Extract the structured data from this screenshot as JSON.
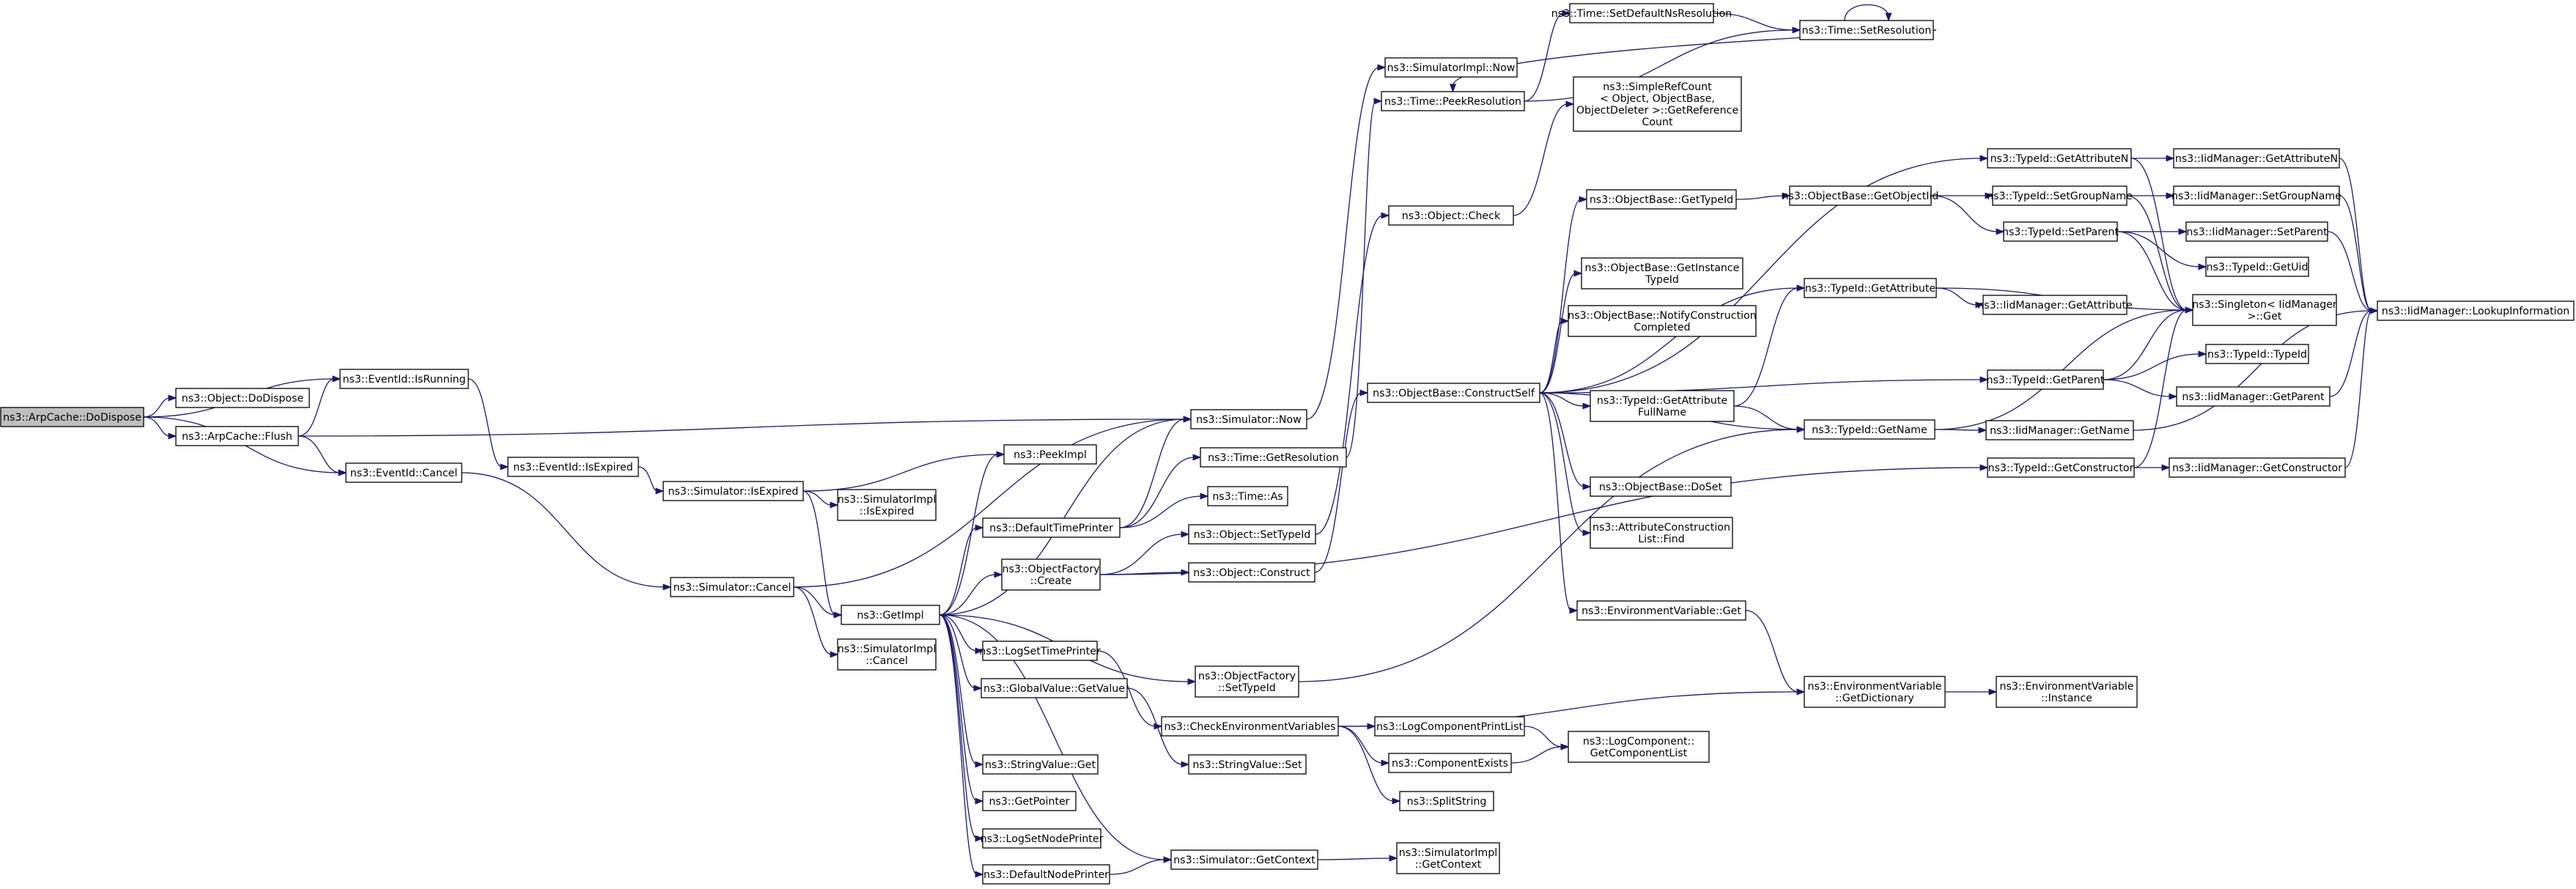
{
  "title": "",
  "colors": {
    "edge": "#191970",
    "node_border": "#000000",
    "node_fill": "#ffffff",
    "root_fill": "#bfbfbf"
  },
  "nodes": [
    {
      "id": "n0",
      "lines": [
        "ns3::ArpCache::DoDispose"
      ]
    },
    {
      "id": "n1",
      "lines": [
        "ns3::EventId::IsRunning"
      ]
    },
    {
      "id": "n2",
      "lines": [
        "ns3::Object::DoDispose"
      ]
    },
    {
      "id": "n3",
      "lines": [
        "ns3::ArpCache::Flush"
      ]
    },
    {
      "id": "n4",
      "lines": [
        "ns3::EventId::Cancel"
      ]
    },
    {
      "id": "n5",
      "lines": [
        "ns3::EventId::IsExpired"
      ]
    },
    {
      "id": "n6",
      "lines": [
        "ns3::Simulator::IsExpired"
      ]
    },
    {
      "id": "n7",
      "lines": [
        "ns3::SimulatorImpl",
        "::IsExpired"
      ]
    },
    {
      "id": "n8",
      "lines": [
        "ns3::PeekImpl"
      ]
    },
    {
      "id": "n9",
      "lines": [
        "ns3::Simulator::Cancel"
      ]
    },
    {
      "id": "n10",
      "lines": [
        "ns3::GetImpl"
      ]
    },
    {
      "id": "n11",
      "lines": [
        "ns3::SimulatorImpl",
        "::Cancel"
      ]
    },
    {
      "id": "n12",
      "lines": [
        "ns3::Simulator::Now"
      ]
    },
    {
      "id": "n13",
      "lines": [
        "ns3::SimulatorImpl::Now"
      ]
    },
    {
      "id": "n14",
      "lines": [
        "ns3::Time::PeekResolution"
      ]
    },
    {
      "id": "n15",
      "lines": [
        "ns3::Time::SetDefaultNsResolution"
      ]
    },
    {
      "id": "n16",
      "lines": [
        "ns3::Time::SetResolution"
      ]
    },
    {
      "id": "n17",
      "lines": [
        "ns3::Time::GetResolution"
      ]
    },
    {
      "id": "n18",
      "lines": [
        "ns3::Time::As"
      ]
    },
    {
      "id": "n19",
      "lines": [
        "ns3::DefaultTimePrinter"
      ]
    },
    {
      "id": "n20",
      "lines": [
        "ns3::ObjectFactory",
        "::Create"
      ]
    },
    {
      "id": "n21",
      "lines": [
        "ns3::Object::SetTypeId"
      ]
    },
    {
      "id": "n22",
      "lines": [
        "ns3::Object::Construct"
      ]
    },
    {
      "id": "n23",
      "lines": [
        "ns3::Object::Check"
      ]
    },
    {
      "id": "n24",
      "lines": [
        "ns3::SimpleRefCount",
        "< Object, ObjectBase,",
        "ObjectDeleter >::GetReference",
        "Count"
      ]
    },
    {
      "id": "n25",
      "lines": [
        "ns3::ObjectBase::ConstructSelf"
      ]
    },
    {
      "id": "n26",
      "lines": [
        "ns3::ObjectBase::GetTypeId"
      ]
    },
    {
      "id": "n27",
      "lines": [
        "ns3::ObjectBase::GetInstance",
        "TypeId"
      ]
    },
    {
      "id": "n28",
      "lines": [
        "ns3::ObjectBase::NotifyConstruction",
        "Completed"
      ]
    },
    {
      "id": "n29",
      "lines": [
        "ns3::TypeId::GetAttribute",
        "FullName"
      ]
    },
    {
      "id": "n30",
      "lines": [
        "ns3::ObjectBase::DoSet"
      ]
    },
    {
      "id": "n31",
      "lines": [
        "ns3::AttributeConstruction",
        "List::Find"
      ]
    },
    {
      "id": "n32",
      "lines": [
        "ns3::EnvironmentVariable::Get"
      ]
    },
    {
      "id": "n33",
      "lines": [
        "ns3::ObjectBase::GetObjectIid"
      ]
    },
    {
      "id": "n34",
      "lines": [
        "ns3::TypeId::GetAttributeN"
      ]
    },
    {
      "id": "n35",
      "lines": [
        "ns3::TypeId::SetGroupName"
      ]
    },
    {
      "id": "n36",
      "lines": [
        "ns3::TypeId::SetParent"
      ]
    },
    {
      "id": "n37",
      "lines": [
        "ns3::TypeId::GetAttribute"
      ]
    },
    {
      "id": "n38",
      "lines": [
        "ns3::TypeId::GetName"
      ]
    },
    {
      "id": "n39",
      "lines": [
        "ns3::TypeId::GetParent"
      ]
    },
    {
      "id": "n40",
      "lines": [
        "ns3::TypeId::GetConstructor"
      ]
    },
    {
      "id": "n41",
      "lines": [
        "ns3::IidManager::GetAttributeN"
      ]
    },
    {
      "id": "n42",
      "lines": [
        "ns3::IidManager::SetGroupName"
      ]
    },
    {
      "id": "n43",
      "lines": [
        "ns3::IidManager::SetParent"
      ]
    },
    {
      "id": "n44",
      "lines": [
        "ns3::TypeId::GetUid"
      ]
    },
    {
      "id": "n45",
      "lines": [
        "ns3::IidManager::GetAttribute"
      ]
    },
    {
      "id": "n46",
      "lines": [
        "ns3::Singleton< IidManager",
        " >::Get"
      ]
    },
    {
      "id": "n47",
      "lines": [
        "ns3::TypeId::TypeId"
      ]
    },
    {
      "id": "n48",
      "lines": [
        "ns3::IidManager::GetParent"
      ]
    },
    {
      "id": "n49",
      "lines": [
        "ns3::IidManager::GetName"
      ]
    },
    {
      "id": "n50",
      "lines": [
        "ns3::IidManager::GetConstructor"
      ]
    },
    {
      "id": "n51",
      "lines": [
        "ns3::IidManager::LookupInformation"
      ]
    },
    {
      "id": "n52",
      "lines": [
        "ns3::LogSetTimePrinter"
      ]
    },
    {
      "id": "n53",
      "lines": [
        "ns3::GlobalValue::GetValue"
      ]
    },
    {
      "id": "n54",
      "lines": [
        "ns3::ObjectFactory",
        "::SetTypeId"
      ]
    },
    {
      "id": "n55",
      "lines": [
        "ns3::CheckEnvironmentVariables"
      ]
    },
    {
      "id": "n56",
      "lines": [
        "ns3::StringValue::Get"
      ]
    },
    {
      "id": "n57",
      "lines": [
        "ns3::StringValue::Set"
      ]
    },
    {
      "id": "n58",
      "lines": [
        "ns3::GetPointer"
      ]
    },
    {
      "id": "n59",
      "lines": [
        "ns3::LogSetNodePrinter"
      ]
    },
    {
      "id": "n60",
      "lines": [
        "ns3::DefaultNodePrinter"
      ]
    },
    {
      "id": "n61",
      "lines": [
        "ns3::Simulator::GetContext"
      ]
    },
    {
      "id": "n62",
      "lines": [
        "ns3::SimulatorImpl",
        "::GetContext"
      ]
    },
    {
      "id": "n63",
      "lines": [
        "ns3::LogComponentPrintList"
      ]
    },
    {
      "id": "n64",
      "lines": [
        "ns3::ComponentExists"
      ]
    },
    {
      "id": "n65",
      "lines": [
        "ns3::SplitString"
      ]
    },
    {
      "id": "n66",
      "lines": [
        "ns3::LogComponent::",
        "GetComponentList"
      ]
    },
    {
      "id": "n67",
      "lines": [
        "ns3::EnvironmentVariable",
        "::GetDictionary"
      ]
    },
    {
      "id": "n68",
      "lines": [
        "ns3::EnvironmentVariable",
        "::Instance"
      ]
    }
  ],
  "edges": [
    [
      "n0",
      "n1"
    ],
    [
      "n0",
      "n2"
    ],
    [
      "n0",
      "n3"
    ],
    [
      "n0",
      "n4"
    ],
    [
      "n3",
      "n1"
    ],
    [
      "n3",
      "n4"
    ],
    [
      "n3",
      "n12"
    ],
    [
      "n1",
      "n5"
    ],
    [
      "n5",
      "n6"
    ],
    [
      "n6",
      "n7"
    ],
    [
      "n6",
      "n8"
    ],
    [
      "n6",
      "n10"
    ],
    [
      "n4",
      "n9"
    ],
    [
      "n9",
      "n10"
    ],
    [
      "n9",
      "n11"
    ],
    [
      "n9",
      "n12"
    ],
    [
      "n10",
      "n8"
    ],
    [
      "n10",
      "n12"
    ],
    [
      "n10",
      "n19"
    ],
    [
      "n10",
      "n20"
    ],
    [
      "n10",
      "n52"
    ],
    [
      "n10",
      "n53"
    ],
    [
      "n10",
      "n54"
    ],
    [
      "n10",
      "n56"
    ],
    [
      "n10",
      "n58"
    ],
    [
      "n10",
      "n59"
    ],
    [
      "n10",
      "n60"
    ],
    [
      "n10",
      "n61"
    ],
    [
      "n12",
      "n13"
    ],
    [
      "n19",
      "n12"
    ],
    [
      "n19",
      "n17"
    ],
    [
      "n19",
      "n18"
    ],
    [
      "n17",
      "n14"
    ],
    [
      "n14",
      "n15"
    ],
    [
      "n14",
      "n16"
    ],
    [
      "n15",
      "n16"
    ],
    [
      "n16",
      "n14"
    ],
    [
      "n16",
      "n16"
    ],
    [
      "n20",
      "n21"
    ],
    [
      "n20",
      "n22"
    ],
    [
      "n20",
      "n40"
    ],
    [
      "n21",
      "n23"
    ],
    [
      "n22",
      "n25"
    ],
    [
      "n23",
      "n24"
    ],
    [
      "n25",
      "n26"
    ],
    [
      "n25",
      "n27"
    ],
    [
      "n25",
      "n28"
    ],
    [
      "n25",
      "n29"
    ],
    [
      "n25",
      "n30"
    ],
    [
      "n25",
      "n31"
    ],
    [
      "n25",
      "n32"
    ],
    [
      "n25",
      "n34"
    ],
    [
      "n25",
      "n37"
    ],
    [
      "n25",
      "n38"
    ],
    [
      "n25",
      "n39"
    ],
    [
      "n26",
      "n33"
    ],
    [
      "n33",
      "n35"
    ],
    [
      "n33",
      "n36"
    ],
    [
      "n34",
      "n41"
    ],
    [
      "n34",
      "n46"
    ],
    [
      "n35",
      "n42"
    ],
    [
      "n35",
      "n46"
    ],
    [
      "n36",
      "n43"
    ],
    [
      "n36",
      "n44"
    ],
    [
      "n36",
      "n46"
    ],
    [
      "n37",
      "n45"
    ],
    [
      "n37",
      "n46"
    ],
    [
      "n29",
      "n37"
    ],
    [
      "n29",
      "n38"
    ],
    [
      "n38",
      "n49"
    ],
    [
      "n38",
      "n46"
    ],
    [
      "n39",
      "n47"
    ],
    [
      "n39",
      "n48"
    ],
    [
      "n39",
      "n46"
    ],
    [
      "n40",
      "n50"
    ],
    [
      "n40",
      "n46"
    ],
    [
      "n41",
      "n51"
    ],
    [
      "n42",
      "n51"
    ],
    [
      "n43",
      "n51"
    ],
    [
      "n48",
      "n51"
    ],
    [
      "n49",
      "n51"
    ],
    [
      "n50",
      "n51"
    ],
    [
      "n32",
      "n67"
    ],
    [
      "n67",
      "n68"
    ],
    [
      "n52",
      "n55"
    ],
    [
      "n53",
      "n57"
    ],
    [
      "n54",
      "n38"
    ],
    [
      "n55",
      "n63"
    ],
    [
      "n55",
      "n64"
    ],
    [
      "n55",
      "n65"
    ],
    [
      "n55",
      "n67"
    ],
    [
      "n63",
      "n66"
    ],
    [
      "n64",
      "n66"
    ],
    [
      "n60",
      "n61"
    ],
    [
      "n61",
      "n62"
    ]
  ]
}
